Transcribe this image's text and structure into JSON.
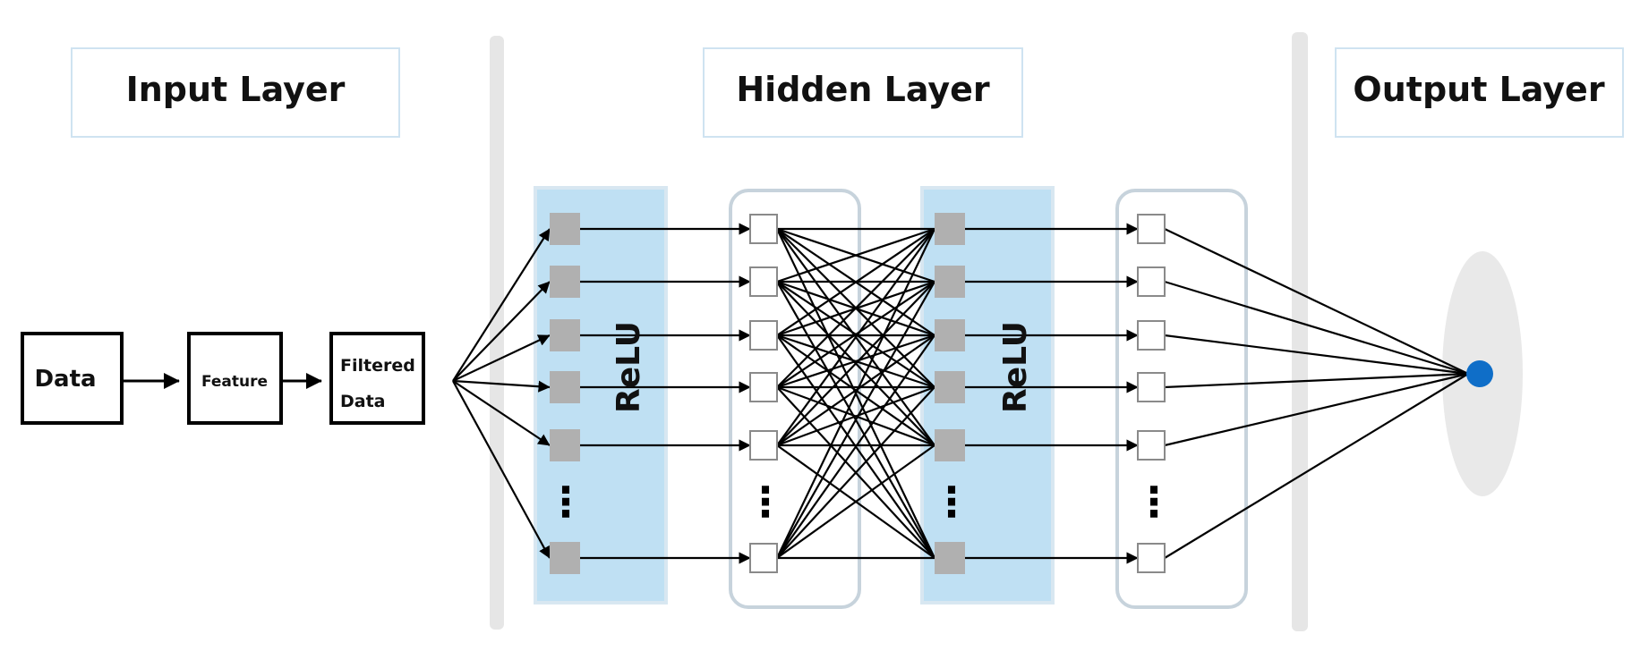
{
  "headers": {
    "input": "Input Layer",
    "hidden": "Hidden Layer",
    "output": "Output Layer"
  },
  "input_boxes": {
    "data": "Data",
    "feature": "Feature",
    "filtered_line1": "Filtered",
    "filtered_line2": "Data"
  },
  "activation_label": "ReLU",
  "ellipsis": "⋮",
  "colors": {
    "header_border": "#cfe3f1",
    "divider": "#e6e6e6",
    "relu_band": "#bfe0f3",
    "relu_node": "#b0b0b0",
    "group_border": "#c7d3dc",
    "output_node": "#0f6ec8",
    "output_halo": "#e9e9e9",
    "line": "#000000"
  }
}
